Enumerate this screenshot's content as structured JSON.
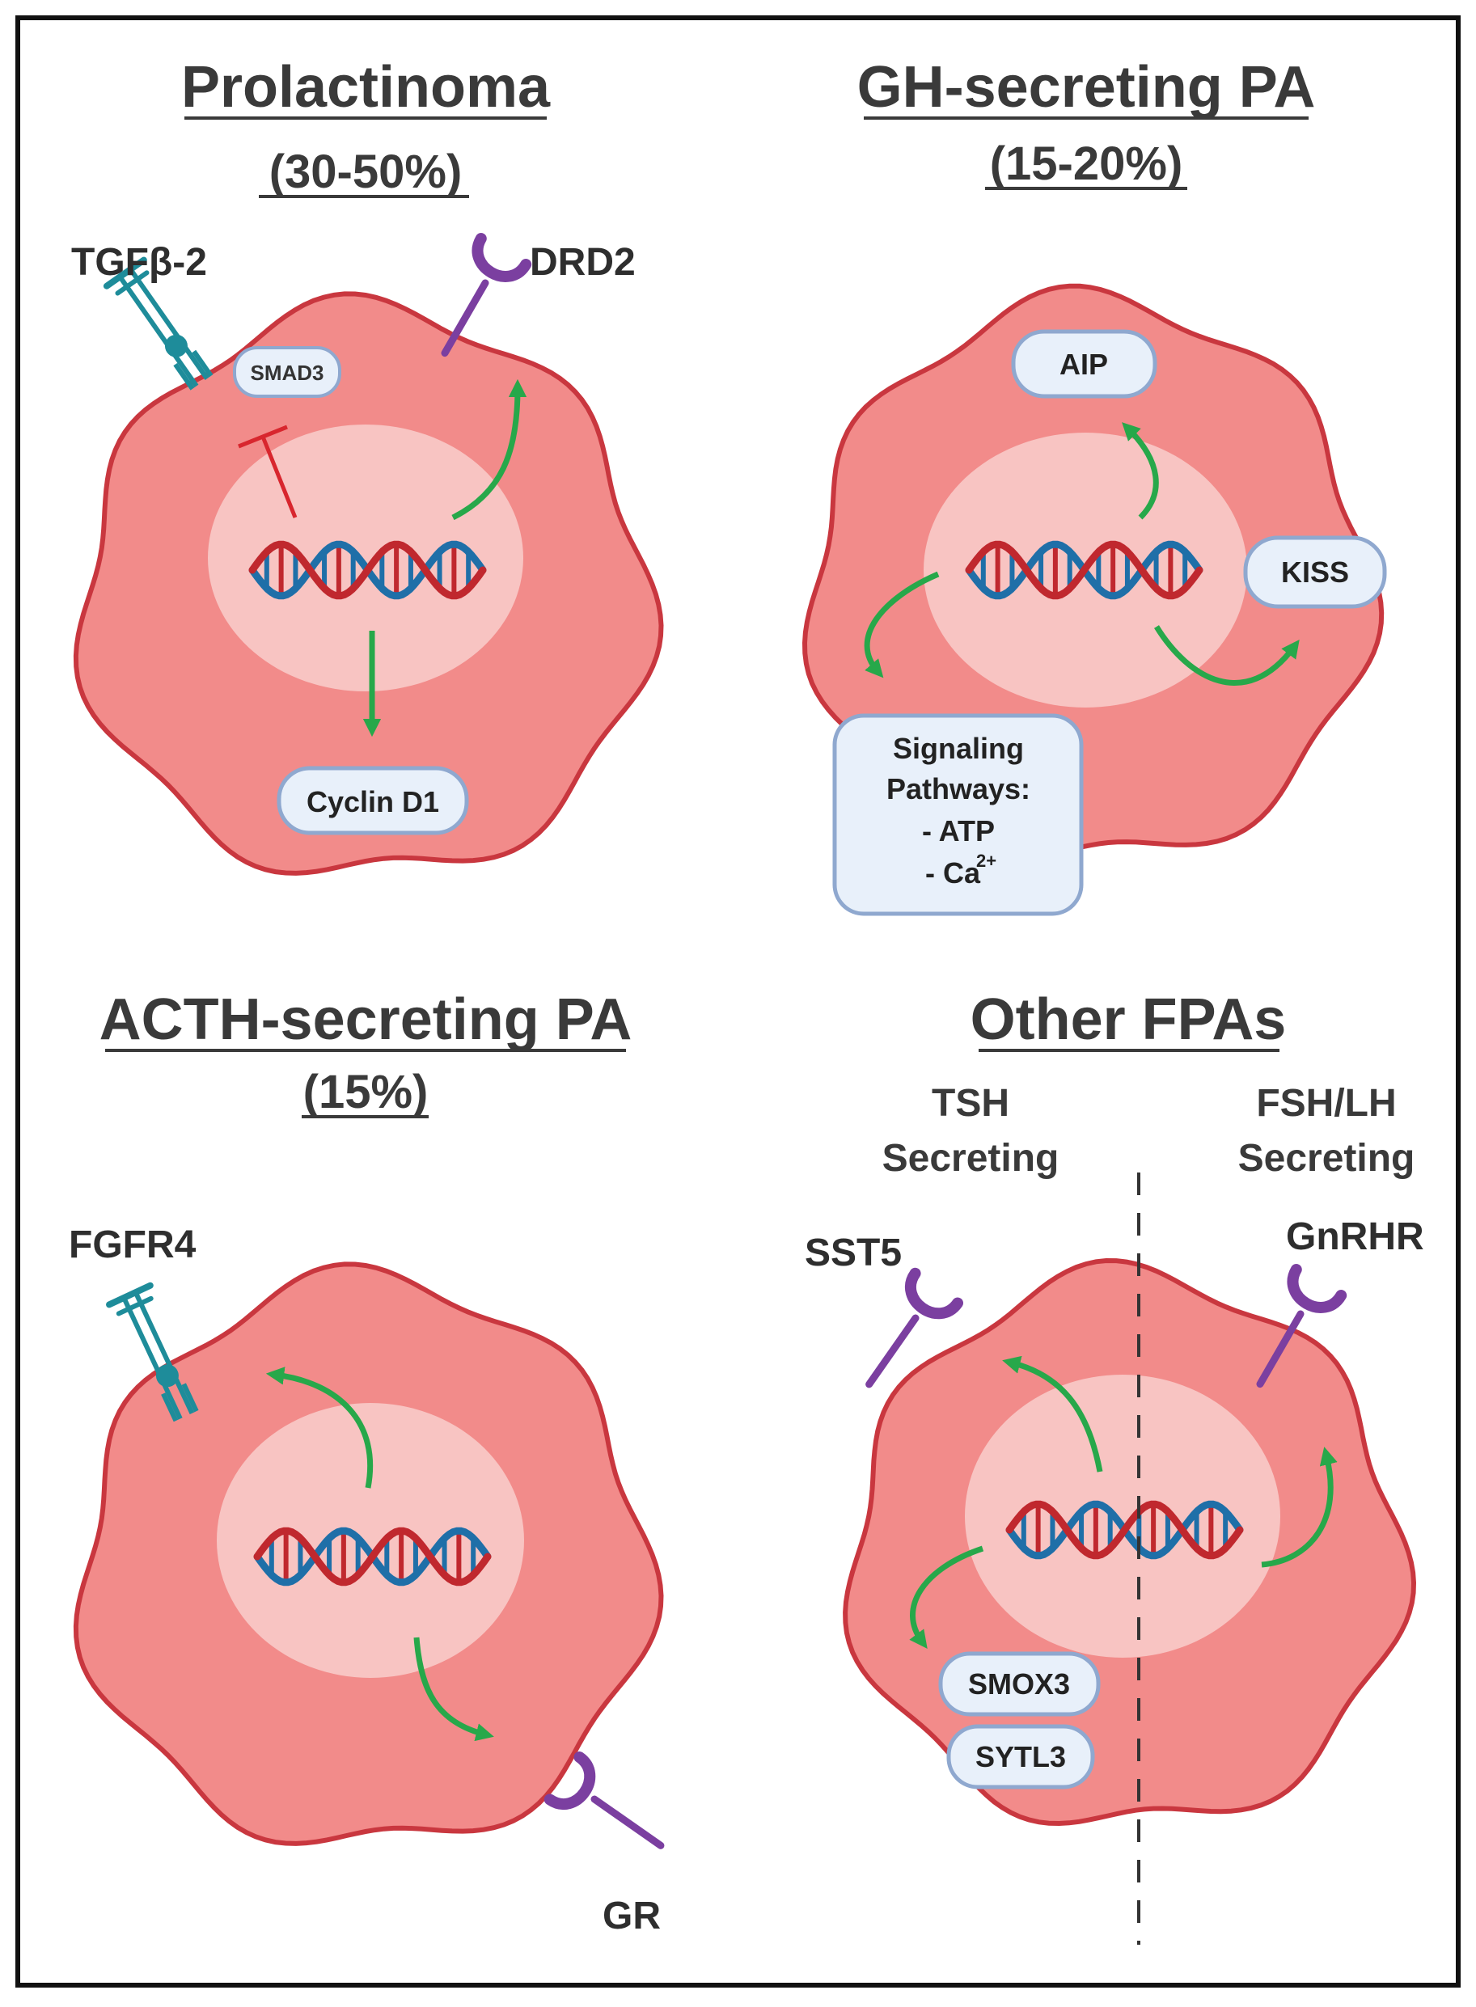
{
  "colors": {
    "cell_outer": "#f28b8a",
    "cell_border": "#c9373f",
    "nucleus": "#f8c4c2",
    "box_fill": "#e8f0fa",
    "box_border": "#8fa8cf",
    "arrow_green": "#27a84a",
    "inhibit_red": "#d8262e",
    "receptor_purple": "#7b3fa0",
    "receptor_teal": "#1e8c9a",
    "dna_red": "#c0282e",
    "dna_blue": "#1f6fa8",
    "text_dark": "#3a3a3a"
  },
  "panels": {
    "prolactinoma": {
      "title": "Prolactinoma",
      "percent": "(30-50%)",
      "receptor_left": "TGFβ-2",
      "receptor_right": "DRD2",
      "box_smad": "SMAD3",
      "box_cyclin": "Cyclin D1"
    },
    "gh": {
      "title": "GH-secreting PA",
      "percent": "(15-20%)",
      "box_aip": "AIP",
      "box_kiss": "KISS",
      "signaling_lines": [
        "Signaling",
        "Pathways:",
        "- ATP",
        "- Ca"
      ],
      "ca_superscript": "2+"
    },
    "acth": {
      "title": "ACTH-secreting PA",
      "percent": "(15%)",
      "receptor_top": "FGFR4",
      "receptor_bottom": "GR"
    },
    "other": {
      "title": "Other FPAs",
      "left_sub": [
        "TSH",
        "Secreting"
      ],
      "right_sub": [
        "FSH/LH",
        "Secreting"
      ],
      "receptor_left": "SST5",
      "receptor_right": "GnRHR",
      "box_smox": "SMOX3",
      "box_sytl": "SYTL3"
    }
  }
}
